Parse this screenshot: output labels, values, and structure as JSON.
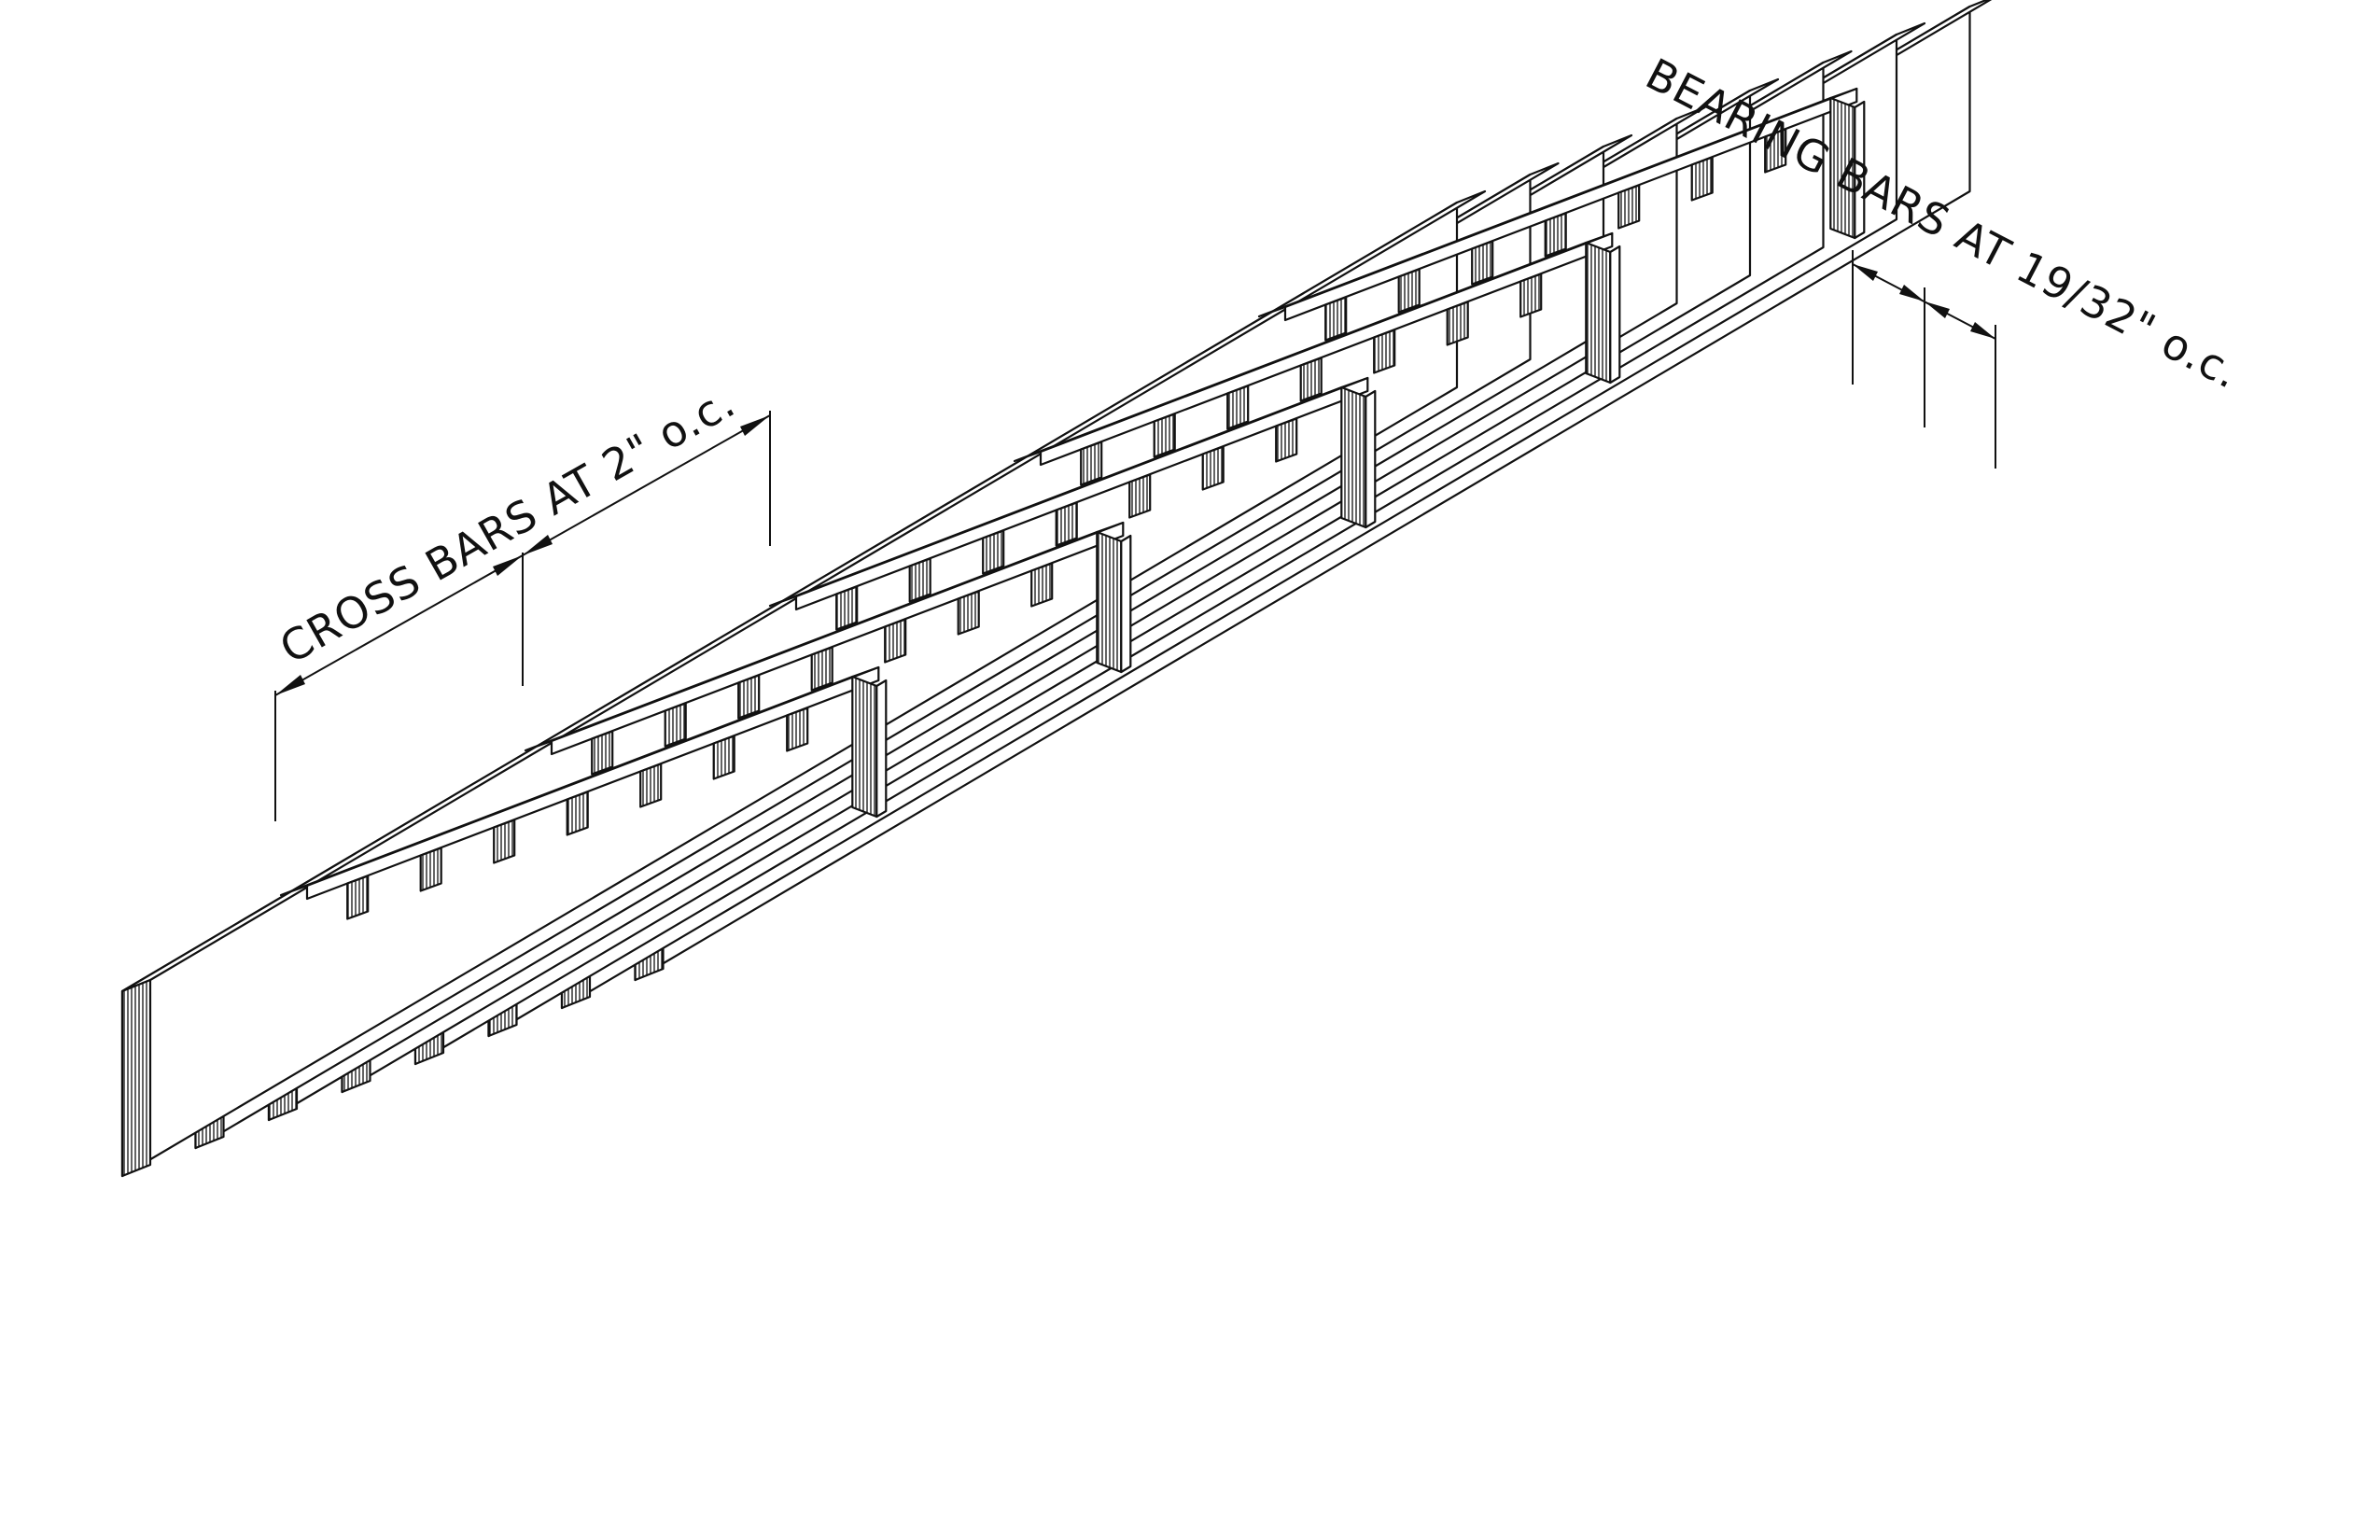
{
  "labels": {
    "cross_bars": "CROSS BARS AT 2\" o.c.",
    "bearing_bars": "BEARING BARS AT 19/32\" o.c."
  },
  "grating": {
    "bearing_bar_count": 8,
    "cross_bar_count": 5
  },
  "colors": {
    "line": "#111111",
    "face": "#ffffff"
  }
}
